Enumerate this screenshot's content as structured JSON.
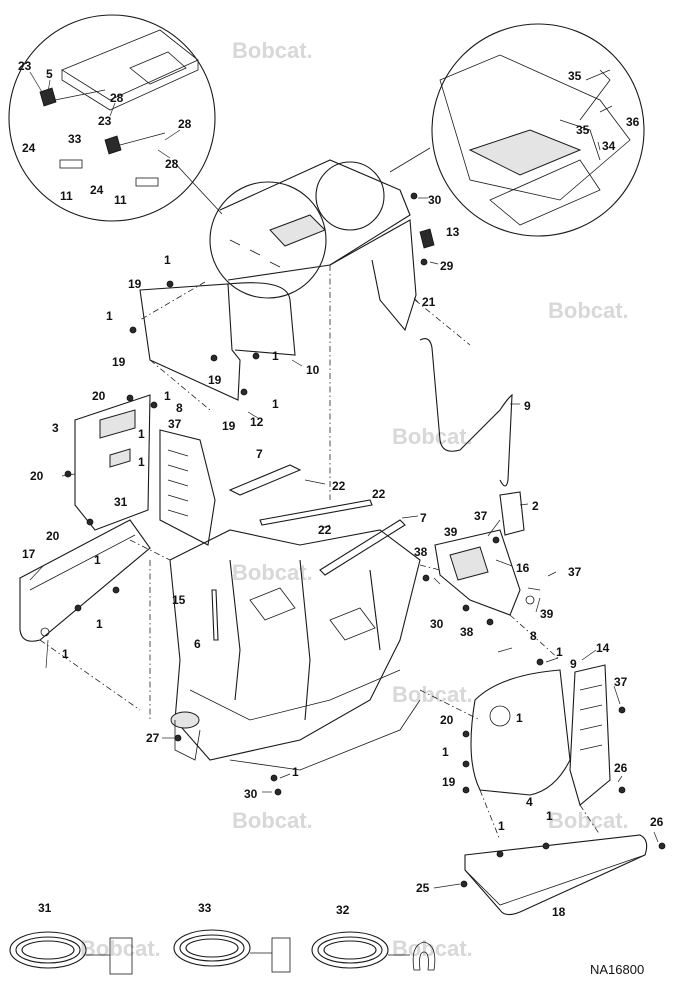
{
  "watermark": {
    "text": "Bobcat."
  },
  "drawing_code": "NA16800",
  "callouts": {
    "c1": "1",
    "c2": "2",
    "c3": "3",
    "c4": "4",
    "c5": "5",
    "c6": "6",
    "c7": "7",
    "c8": "8",
    "c9": "9",
    "c10": "10",
    "c11": "11",
    "c12": "12",
    "c13": "13",
    "c14": "14",
    "c15": "15",
    "c16": "16",
    "c17": "17",
    "c18": "18",
    "c19": "19",
    "c20": "20",
    "c21": "21",
    "c22": "22",
    "c23": "23",
    "c24": "24",
    "c25": "25",
    "c26": "26",
    "c27": "27",
    "c28": "28",
    "c29": "29",
    "c30": "30",
    "c31": "31",
    "c32": "32",
    "c33": "33",
    "c34": "34",
    "c35": "35",
    "c36": "36",
    "c37": "37",
    "c38": "38",
    "c39": "39"
  },
  "colors": {
    "line": "#1a1a1a",
    "watermark": "#d8d8d8",
    "background": "#ffffff"
  }
}
